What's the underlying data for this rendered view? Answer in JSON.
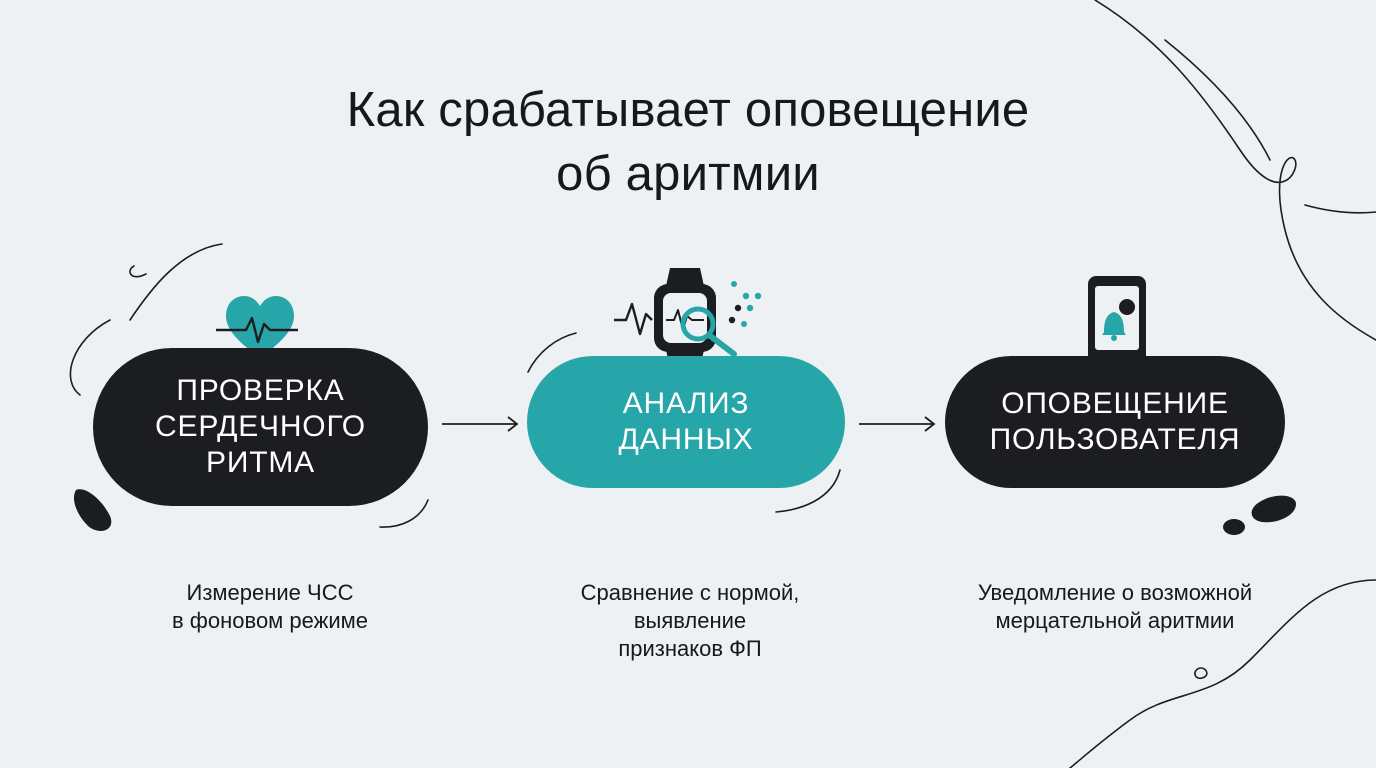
{
  "title": "Как срабатывает оповещение\nоб аритмии",
  "steps": [
    {
      "label": "ПРОВЕРКА\nСЕРДЕЧНОГО\nРИТМА",
      "description": "Измерение ЧСС\nв фоновом режиме",
      "icon": "heart-pulse-icon"
    },
    {
      "label": "АНАЛИЗ\nДАННЫХ",
      "description": "Сравнение с нормой,\nвыявление\nпризнаков ФП",
      "icon": "smartwatch-magnifier-icon"
    },
    {
      "label": "ОПОВЕЩЕНИЕ\nПОЛЬЗОВАТЕЛЯ",
      "description": "Уведомление о возможной\nмерцательной аритмии",
      "icon": "smartphone-bell-icon"
    }
  ],
  "colors": {
    "background": "#eef1f4",
    "dark": "#1c1d21",
    "teal": "#27a6a9",
    "text": "#16181c"
  }
}
